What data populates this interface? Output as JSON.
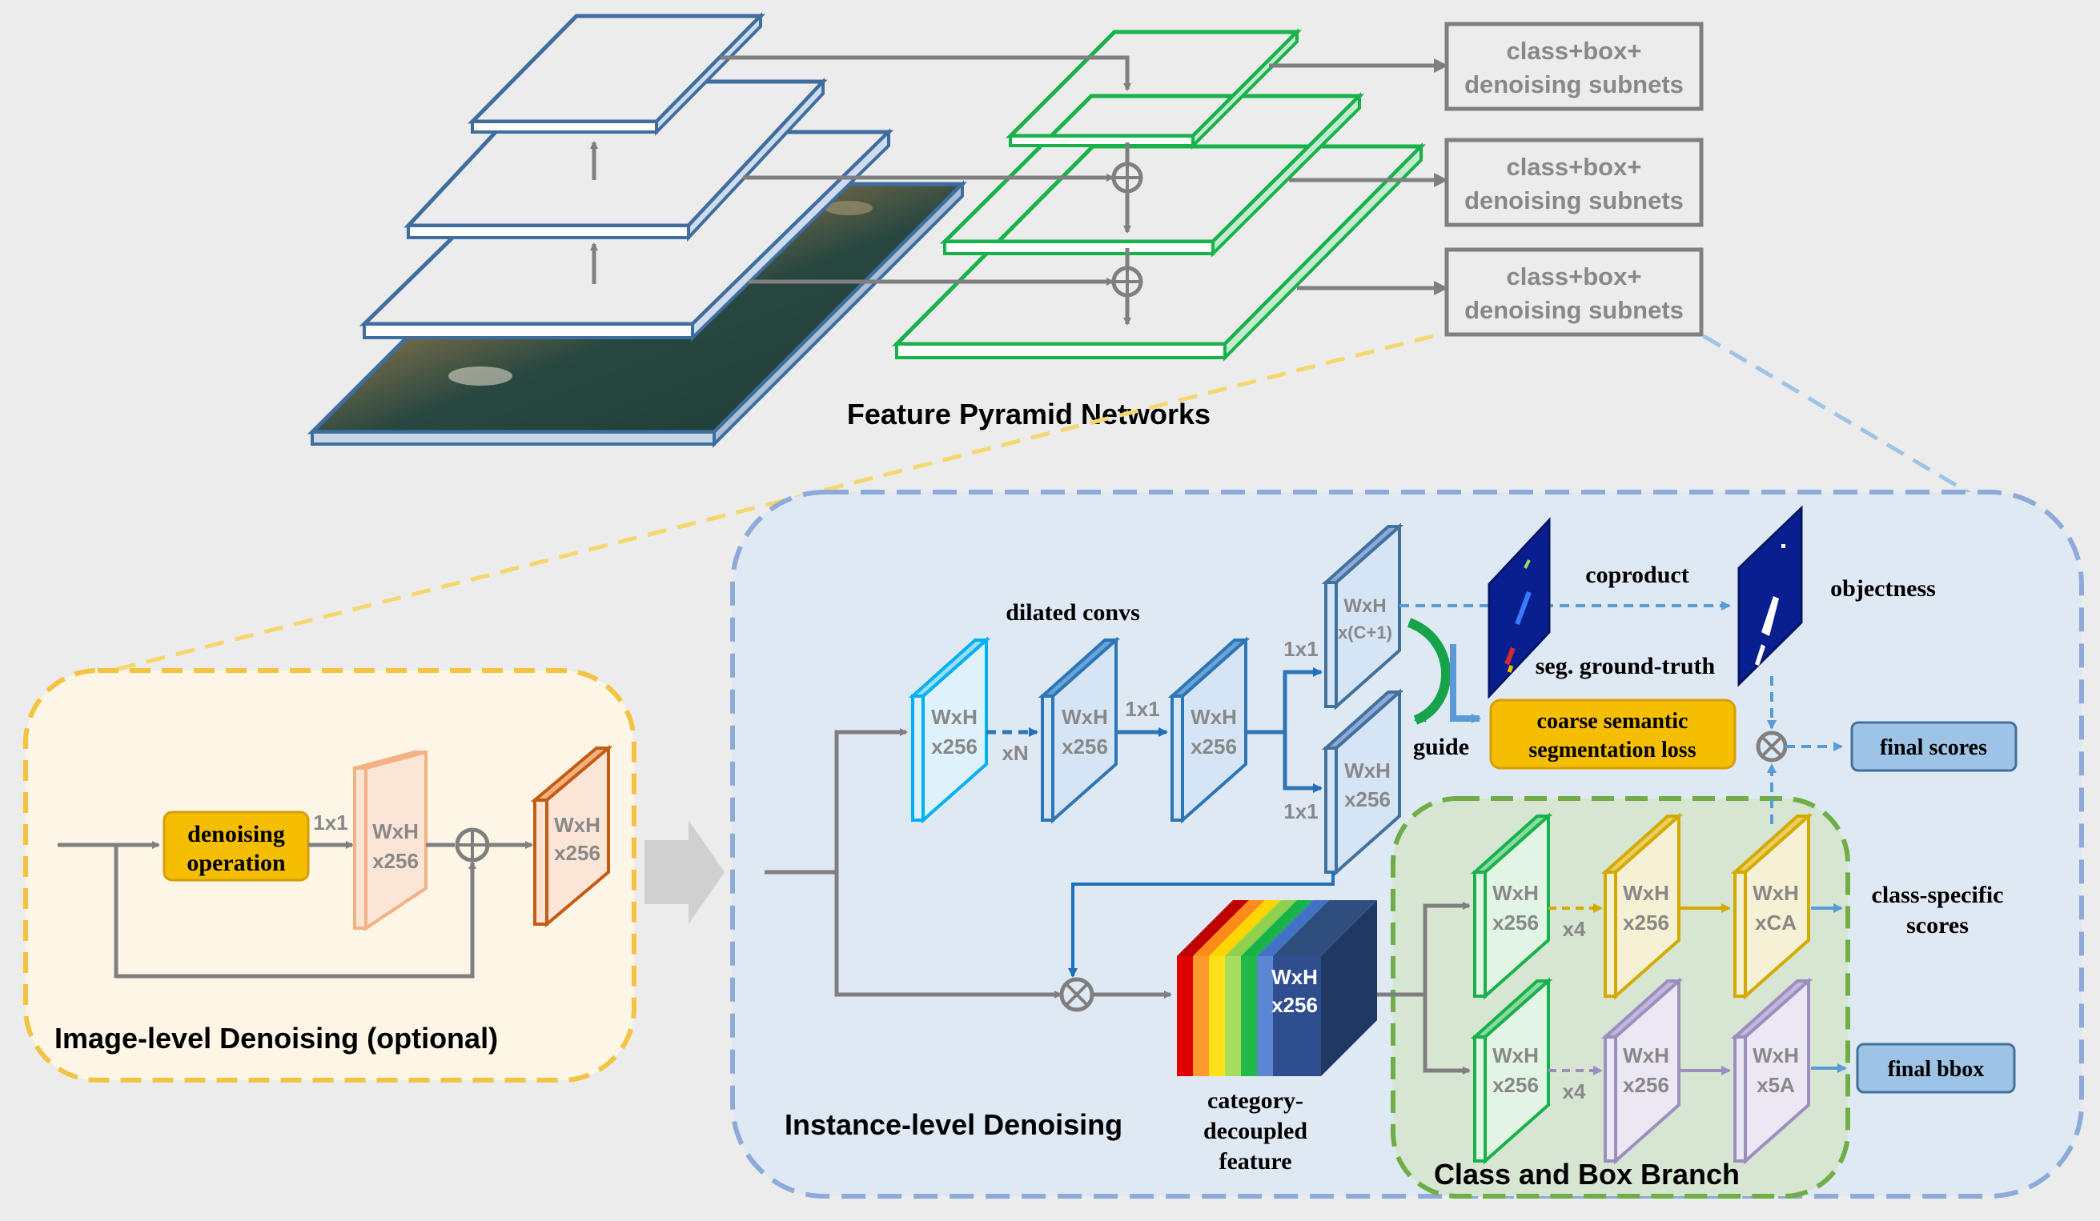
{
  "fpn": {
    "title": "Feature Pyramid Networks",
    "subnet_label_line1": "class+box+",
    "subnet_label_line2": "denoising subnets"
  },
  "image_denoising": {
    "title": "Image-level Denoising (optional)",
    "op_line1": "denoising",
    "op_line2": "operation",
    "conv_label": "1x1",
    "block1_line1": "WxH",
    "block1_line2": "x256",
    "block2_line1": "WxH",
    "block2_line2": "x256"
  },
  "instance_denoising": {
    "title": "Instance-level Denoising",
    "dilated_convs": "dilated convs",
    "xN": "xN",
    "conv_1x1_a": "1x1",
    "conv_1x1_b": "1x1",
    "conv_1x1_c": "1x1",
    "block_wh": "WxH",
    "block_256": "x256",
    "block_c1": "x(C+1)",
    "guide": "guide",
    "coproduct": "coproduct",
    "objectness": "objectness",
    "seg_gt": "seg. ground-truth",
    "loss_line1": "coarse semantic",
    "loss_line2": "segmentation loss",
    "final_scores": "final scores",
    "final_bbox": "final bbox",
    "cat_line1": "category-",
    "cat_line2": "decoupled",
    "cat_line3": "feature"
  },
  "branch": {
    "title": "Class and Box Branch",
    "x4_a": "x4",
    "x4_b": "x4",
    "block_wh": "WxH",
    "block_256": "x256",
    "block_ca": "xCA",
    "block_5a": "x5A",
    "class_scores_line1": "class-specific",
    "class_scores_line2": "scores"
  },
  "colors": {
    "fpn_blue": "#3f6d9f",
    "fpn_green": "#17b24a",
    "yellow_box": "#f6be00",
    "orange_dash": "#f5c342",
    "blue_dash": "#8eaadb",
    "green_dash": "#70ad47",
    "final_box": "#9dc3e6"
  }
}
